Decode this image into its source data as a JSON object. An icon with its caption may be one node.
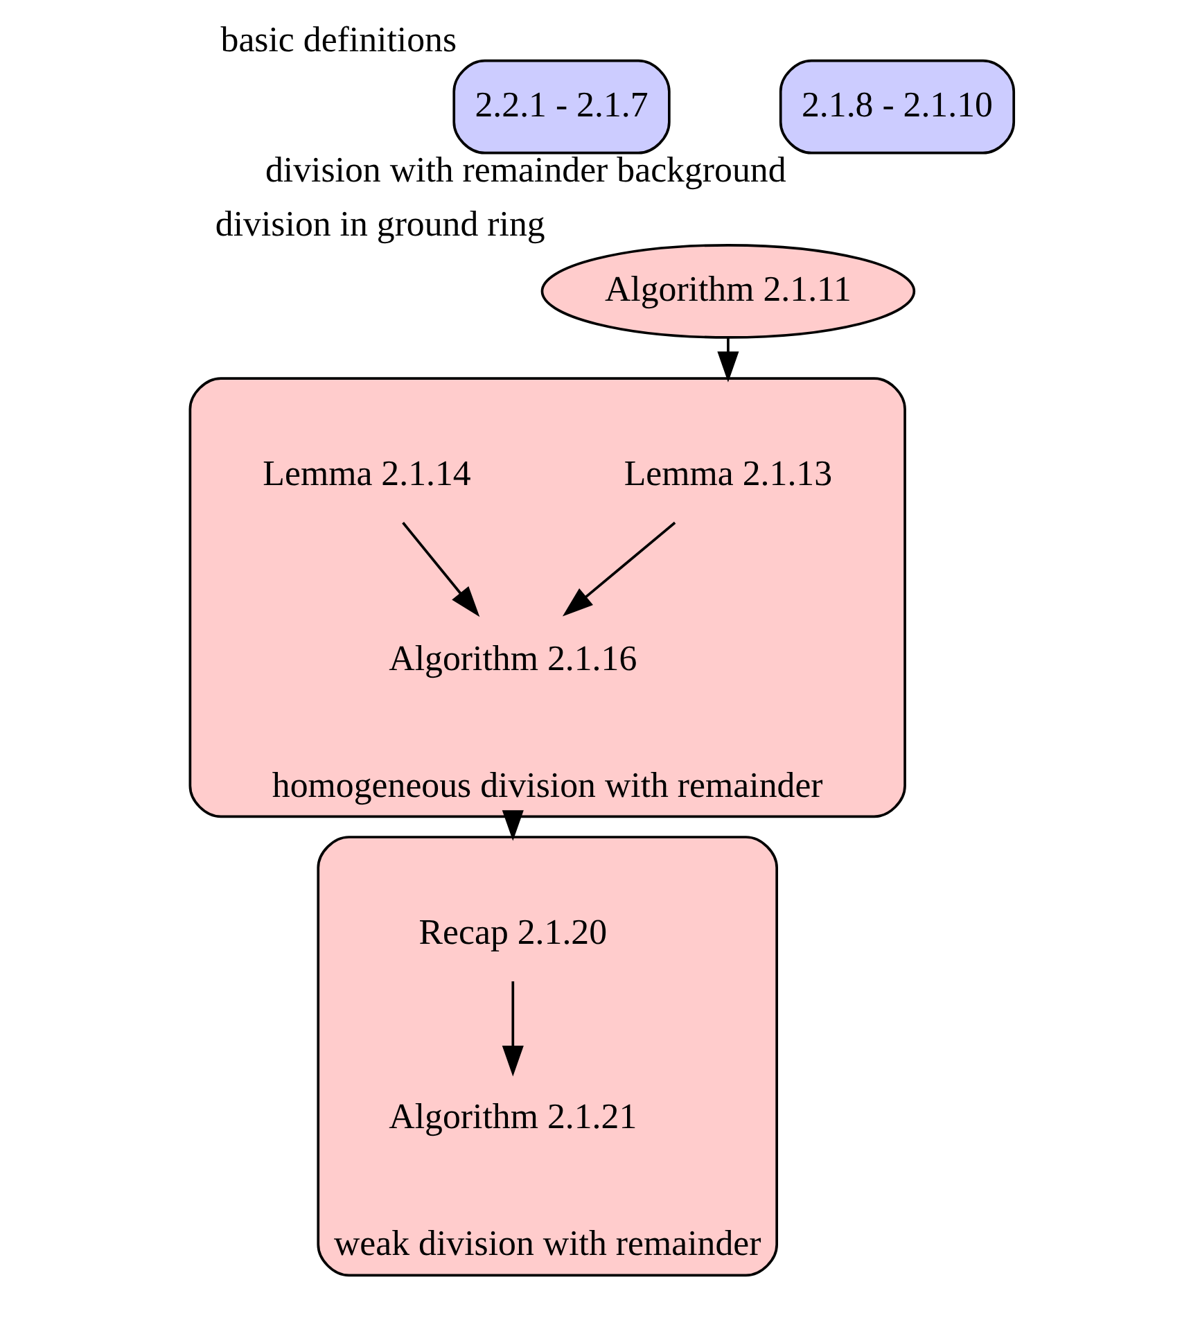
{
  "diagram": {
    "nodes": [
      {
        "text": [
          "2.2.1 - 2.1.7"
        ],
        "beside": [
          "basic definitions"
        ]
      },
      {
        "text": [
          "2.1.8 - 2.1.10"
        ],
        "beside": [
          "division with remainder background"
        ]
      },
      {
        "text": [
          "Algorithm 2.1.11"
        ],
        "beside": [
          "division in ground ring"
        ]
      },
      {
        "text": [],
        "shape": "ellipse",
        "beside": [
          "homogeneous division with remainder"
        ]
      },
      {
        "text": [
          "Lemma 2.1.13"
        ],
        "in": 3
      },
      {
        "text": [
          "Lemma 2.1.14"
        ],
        "in": 3
      },
      {
        "text": [
          "Algorithm 2.1.16"
        ],
        "in": 3
      },
      {
        "text": [],
        "shape": "ellipse",
        "beside": [
          "weak division with remainder"
        ]
      },
      {
        "text": [
          "Recap 2.1.20"
        ],
        "in": 7
      },
      {
        "text": [
          "Algorithm 2.1.21"
        ],
        "in": 7
      }
    ],
    "edges": [
      {
        "from": 2,
        "to": 3,
        "arrow": "to"
      },
      {
        "from": 4,
        "to": 6,
        "arrow": "to"
      },
      {
        "from": 5,
        "to": 6,
        "arrow": "to"
      },
      {
        "from": 3,
        "to": 7,
        "arrow": "to"
      },
      {
        "from": 8,
        "to": 9,
        "arrow": "to"
      }
    ]
  }
}
